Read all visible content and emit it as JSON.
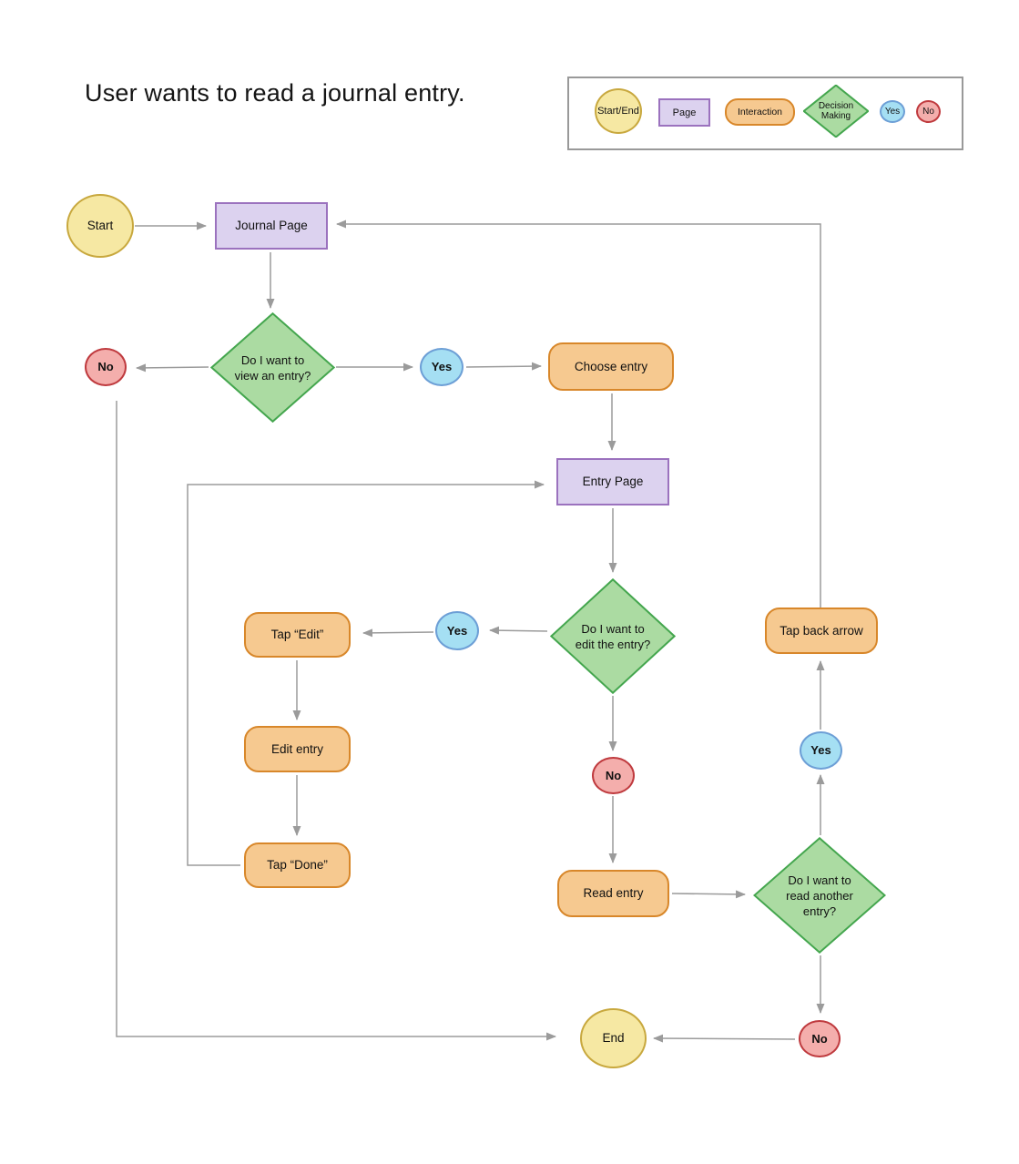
{
  "title": "User wants to read a journal entry.",
  "legend": {
    "items": [
      {
        "label": "Start/End"
      },
      {
        "label": "Page"
      },
      {
        "label": "Interaction"
      },
      {
        "label": "Decision Making"
      },
      {
        "label": "Yes"
      },
      {
        "label": "No"
      }
    ]
  },
  "nodes": {
    "start": "Start",
    "journal_page": "Journal Page",
    "decision_view": "Do I want to view an entry?",
    "no_view": "No",
    "yes_view": "Yes",
    "choose_entry": "Choose entry",
    "entry_page": "Entry Page",
    "decision_edit": "Do I want to edit the entry?",
    "yes_edit": "Yes",
    "tap_edit": "Tap “Edit”",
    "edit_entry": "Edit entry",
    "tap_done": "Tap “Done”",
    "no_edit": "No",
    "read_entry": "Read entry",
    "decision_read_another": "Do I want to read another entry?",
    "yes_read_another": "Yes",
    "tap_back_arrow": "Tap back arrow",
    "no_read_another": "No",
    "end": "End"
  },
  "colors": {
    "start_end_fill": "#F6E8A3",
    "start_end_stroke": "#C8A83E",
    "page_fill": "#DCD2EF",
    "page_stroke": "#9B72BE",
    "interaction_fill": "#F6C990",
    "interaction_stroke": "#D8872A",
    "decision_fill": "#ABDBA2",
    "decision_stroke": "#44A64E",
    "yes_fill": "#A5DFF3",
    "yes_stroke": "#6D9FD6",
    "no_fill": "#F4AEAC",
    "no_stroke": "#BF3A3E",
    "connector": "#9B9B9B",
    "legend_border": "#999999"
  }
}
